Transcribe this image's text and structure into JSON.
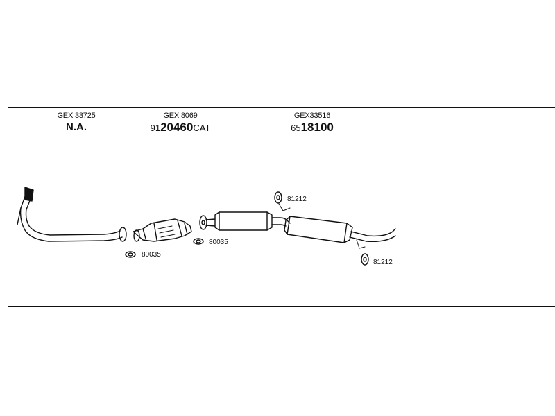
{
  "parts": [
    {
      "code": "GEX 33725",
      "number_display": "N.A."
    },
    {
      "code": "GEX 8069",
      "prefix": "91",
      "main": "20460",
      "suffix": "CAT"
    },
    {
      "code": "GEX33516",
      "prefix": "65",
      "main": "18100",
      "suffix": ""
    }
  ],
  "fittings": {
    "gasket_1": "80035",
    "gasket_2": "80035",
    "hanger_1": "81212",
    "hanger_2": "81212"
  }
}
